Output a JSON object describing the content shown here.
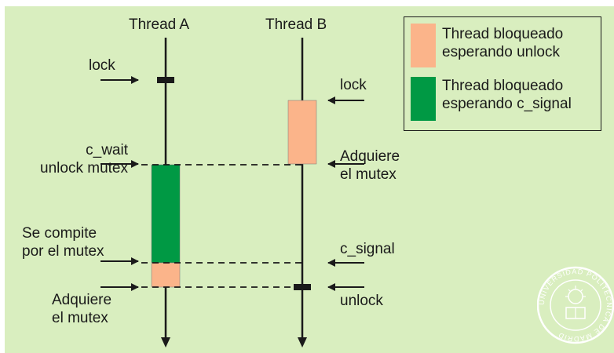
{
  "threads": {
    "a": "Thread A",
    "b": "Thread B"
  },
  "legend": {
    "unlock_wait": {
      "label": "Thread bloqueado\nesperando unlock",
      "color": "#fbb48a"
    },
    "signal_wait": {
      "label": "Thread bloqueado\nesperando c_signal",
      "color": "#009944"
    }
  },
  "labels_a": {
    "lock": "lock",
    "c_wait": "c_wait\nunlock mutex",
    "compete": "Se compite\npor el mutex",
    "acquire": "Adquiere\nel mutex"
  },
  "labels_b": {
    "lock": "lock",
    "acquire": "Adquiere\nel mutex",
    "c_signal": "c_signal",
    "unlock": "unlock"
  },
  "seal": {
    "text": "UNIVERSIDAD POLITÉCNICA DE MADRID"
  },
  "colors": {
    "background": "#d9eebf",
    "line": "#1a1a1a"
  }
}
